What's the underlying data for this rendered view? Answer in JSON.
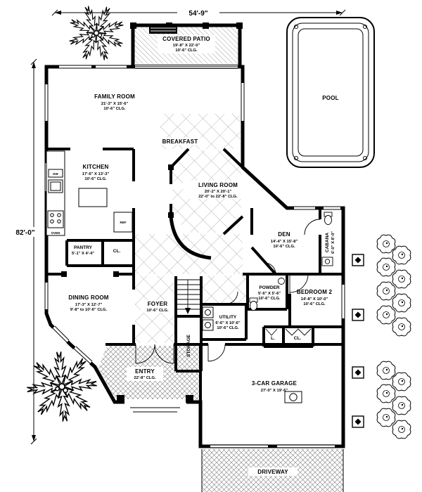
{
  "dimensions": {
    "width": "54'-9\"",
    "height": "82'-0\""
  },
  "rooms": {
    "covered_patio": {
      "name": "COVERED PATIO",
      "size": "19'-8\" X 22'-0\"",
      "clg": "10'-6\" CLG."
    },
    "family_room": {
      "name": "FAMILY ROOM",
      "size": "21'-3\" X 15'-6\"",
      "clg": "10'-6\" CLG."
    },
    "breakfast": {
      "name": "BREAKFAST"
    },
    "kitchen": {
      "name": "KITCHEN",
      "size": "17'-6\" X 13'-3\"",
      "clg": "10'-6\" CLG."
    },
    "living_room": {
      "name": "LIVING ROOM",
      "size": "20'-2\" X 20'-1\"",
      "clg": "22'-0\" to 22'-8\" CLG."
    },
    "den": {
      "name": "DEN",
      "size": "14'-4\" X 15'-8\"",
      "clg": "10'-6\" CLG."
    },
    "cabana": {
      "name": "CABANA",
      "size": "6'-0\" X 8'-0\""
    },
    "pantry": {
      "name": "PANTRY",
      "size": "5'-1\" X 4'-4\""
    },
    "hall_closet": {
      "name": "CL."
    },
    "dining_room": {
      "name": "DINING ROOM",
      "size": "17'-3\" X 12'-7\"",
      "clg": "9'-8\" to 10'-6\" CLG."
    },
    "foyer": {
      "name": "FOYER",
      "clg": "10'-6\" CLG."
    },
    "powder": {
      "name": "POWDER",
      "size": "5'-6\" X 5'-6\"",
      "clg": "10'-6\" CLG."
    },
    "bedroom_2": {
      "name": "BEDROOM 2",
      "size": "14'-8\" X 10'-0\"",
      "clg": "10'-6\" CLG."
    },
    "utility": {
      "name": "UTILITY",
      "size": "6'-6\" X 10'-6\"",
      "clg": "10'-6\" CLG."
    },
    "storage": {
      "name": "STORAGE"
    },
    "entry": {
      "name": "ENTRY",
      "clg": "22'-8\" CLG."
    },
    "linen_closet": {
      "name": "L."
    },
    "bedroom_closet": {
      "name": "CL."
    },
    "garage": {
      "name": "3-CAR GARAGE",
      "size": "27'-0\" X 19'-6\""
    }
  },
  "site": {
    "pool": "POOL",
    "driveway": "DRIVEWAY"
  },
  "kitchen_fixtures": {
    "dw": "DW",
    "oven": "OVEN",
    "ref": "REF"
  }
}
